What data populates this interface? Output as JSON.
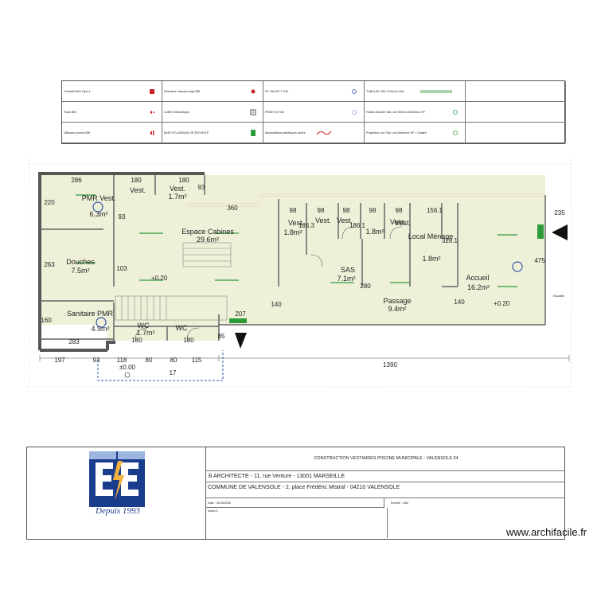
{
  "legend": {
    "items": [
      {
        "label": "Centrale BAS Type 4",
        "sym": "red-square"
      },
      {
        "label": "Détecteur manuel rouge BBI",
        "sym": "red-dot"
      },
      {
        "label": "PC 16A 2P+T H42",
        "sym": "outlet"
      },
      {
        "label": "TUBULAR LED 1200mm 20w",
        "sym": "green-bar"
      },
      {
        "label": "",
        "sym": "none"
      },
      {
        "label": "Flash BBI",
        "sym": "red-flash"
      },
      {
        "label": "Coffret Informatique",
        "sym": "box"
      },
      {
        "label": "PRISE RJ H40",
        "sym": "outlet"
      },
      {
        "label": "Hublot étanche 18w Led 300mm Détecteur HF",
        "sym": "green-ring"
      },
      {
        "label": "",
        "sym": "none"
      },
      {
        "label": "Diffuseur sonore BBI",
        "sym": "red-speaker"
      },
      {
        "label": "BAES ECLAIRAGE DE SECURITE",
        "sym": "green-exit"
      },
      {
        "label": "Alimentations électriques divers",
        "sym": "red-wave"
      },
      {
        "label": "Projecteur Led 70w Led Détecteur HF + Solaire",
        "sym": "green-ring"
      },
      {
        "label": "",
        "sym": "none"
      }
    ]
  },
  "plan": {
    "rooms": [
      {
        "name": "PMR Vest.",
        "area": "6.3m²"
      },
      {
        "name": "Vest.",
        "area": ""
      },
      {
        "name": "Vest.",
        "area": "1.7m²"
      },
      {
        "name": "Espace Cabines",
        "area": "29.6m²"
      },
      {
        "name": "Douches",
        "area": "7.5m²"
      },
      {
        "name": "Sanitaire PMR",
        "area": "4.9m²"
      },
      {
        "name": "WC",
        "area": "1.7m²"
      },
      {
        "name": "WC",
        "area": ""
      },
      {
        "name": "Vest.",
        "area": "1.8m²"
      },
      {
        "name": "Vest.",
        "area": ""
      },
      {
        "name": "Vest.",
        "area": ""
      },
      {
        "name": "Vest.",
        "area": "1.8m²"
      },
      {
        "name": "Vest.",
        "area": ""
      },
      {
        "name": "SAS",
        "area": "7.1m²"
      },
      {
        "name": "Local Ménage",
        "area": "1.8m²"
      },
      {
        "name": "Passage",
        "area": "9.4m²"
      },
      {
        "name": "Accueil",
        "area": "16.2m²"
      }
    ],
    "dims": {
      "d286": "286",
      "d180a": "180",
      "d180b": "180",
      "d93a": "93",
      "d220": "220",
      "d93b": "93",
      "d360": "360",
      "d98a": "98",
      "d98b": "98",
      "d98c": "98",
      "d98d": "98",
      "d98e": "98",
      "d1561": "156.1",
      "d235": "235",
      "d1863": "186.3",
      "d1861": "186.1",
      "d3281": "328.1",
      "d263": "263",
      "d103": "103",
      "d475": "475",
      "d140a": "140",
      "d280": "280",
      "d140b": "140",
      "d160": "160",
      "d283": "283",
      "d180c": "180",
      "d180d": "180",
      "d207": "207",
      "d85": "85",
      "d197": "197",
      "d93c": "93",
      "d118": "118",
      "d80a": "80",
      "d80b": "80",
      "d115": "115",
      "d1390": "1390",
      "d17": "17"
    },
    "levels": [
      "+0.20",
      "+0.20",
      "±0.00"
    ],
    "note": "Escalier"
  },
  "title_block": {
    "project": "CONSTRUCTION VESTIAIRES PISCINE MUNICIPALE - VALENSOLE 04",
    "architect": "3i ARCHITECTE - 11, rue Venture - 13001 MARSEILLE",
    "client": "COMMUNE DE VALENSOLE - 2, place Frédéric Mistral - 04210 VALENSOLE",
    "date": "Date : 01/03/2026",
    "scale": "Echelle : 1/80",
    "indice": "Indice 0",
    "logo_text": "E/E",
    "logo_tagline": "Depuis 1993"
  },
  "watermark": "www.archifacile.fr",
  "colors": {
    "floor": "#eef1d8",
    "wall": "#555555",
    "green": "#2e9b3a",
    "red": "#cc2222",
    "blue": "#1a3c8c",
    "orange": "#f2b23c"
  }
}
